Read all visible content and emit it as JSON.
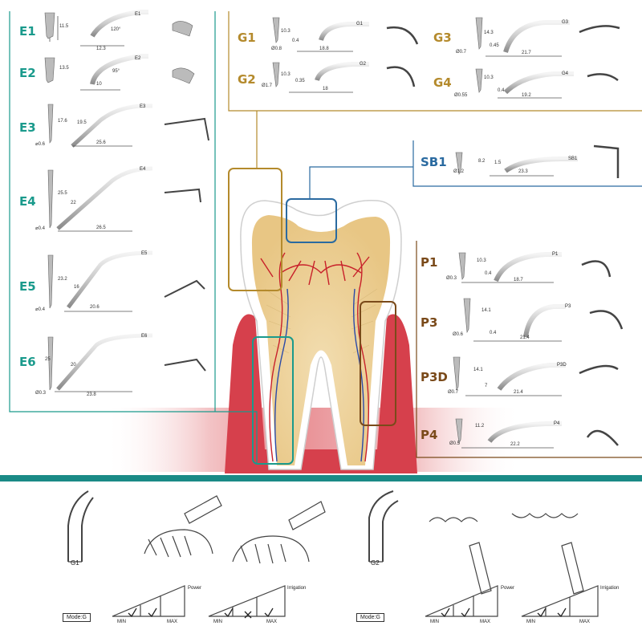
{
  "colors": {
    "teal": "#1a9a8c",
    "gold": "#b48a2c",
    "blue": "#2a6aa0",
    "brown": "#7a4a1a",
    "gum": "#d03c48",
    "pulp": "#e6c98a",
    "divider": "#1a8a86"
  },
  "endo_tips": [
    {
      "label": "E1",
      "code": "E1",
      "height": "11.5",
      "length": "12.3",
      "angle": "120°"
    },
    {
      "label": "E2",
      "code": "E2",
      "height": "13.5",
      "length": "10",
      "angle": "95°"
    },
    {
      "label": "E3",
      "code": "E3",
      "height": "17.6",
      "length": "25.6",
      "shank": "19.5",
      "diameter": "⌀0.6"
    },
    {
      "label": "E4",
      "code": "E4",
      "height": "25.5",
      "length": "26.5",
      "shank": "22",
      "diameter": "⌀0.4"
    },
    {
      "label": "E5",
      "code": "E5",
      "height": "23.2",
      "length": "20.6",
      "shank": "16",
      "diameter": "⌀0.4"
    },
    {
      "label": "E6",
      "code": "E6",
      "height": "25",
      "length": "23.8",
      "shank": "20",
      "diameter": "Ø0.3"
    }
  ],
  "scaling_tips": [
    {
      "label": "G1",
      "code": "G1",
      "height": "10.3",
      "length": "18.8",
      "diameter": "Ø0.8",
      "tip": "0.4"
    },
    {
      "label": "G2",
      "code": "G2",
      "height": "10.3",
      "length": "18",
      "diameter": "Ø1.7",
      "tip": "0.35"
    },
    {
      "label": "G3",
      "code": "G3",
      "height": "14.3",
      "length": "21.7",
      "diameter": "Ø0.7",
      "tip": "0.45"
    },
    {
      "label": "G4",
      "code": "G4",
      "height": "10.3",
      "length": "19.2",
      "diameter": "Ø0.55",
      "tip": "0.4"
    }
  ],
  "sb_tip": {
    "label": "SB1",
    "code": "SB1",
    "height": "8.2",
    "length": "23.3",
    "diameter": "Ø1.2",
    "tip": "1.5"
  },
  "perio_tips": [
    {
      "label": "P1",
      "code": "P1",
      "height": "10.3",
      "length": "18.7",
      "diameter": "Ø0.3",
      "tip": "0.4"
    },
    {
      "label": "P3",
      "code": "P3",
      "height": "14.1",
      "length": "21.4",
      "diameter": "Ø0.6",
      "tip": "0.4"
    },
    {
      "label": "P3D",
      "code": "P3D",
      "height": "14.1",
      "length": "21.4",
      "diameter": "Ø0.7",
      "tip": "7"
    },
    {
      "label": "P4",
      "code": "P4",
      "height": "11.2",
      "length": "22.2",
      "diameter": "Ø0.5",
      "tip": ""
    }
  ],
  "bottom": {
    "tip1_label": "G1",
    "tip2_label": "G2",
    "mode_label": "Mode:G",
    "power_label": "Power",
    "irrigation_label": "Irrigation",
    "min_label": "MIN",
    "max_label": "MAX"
  }
}
